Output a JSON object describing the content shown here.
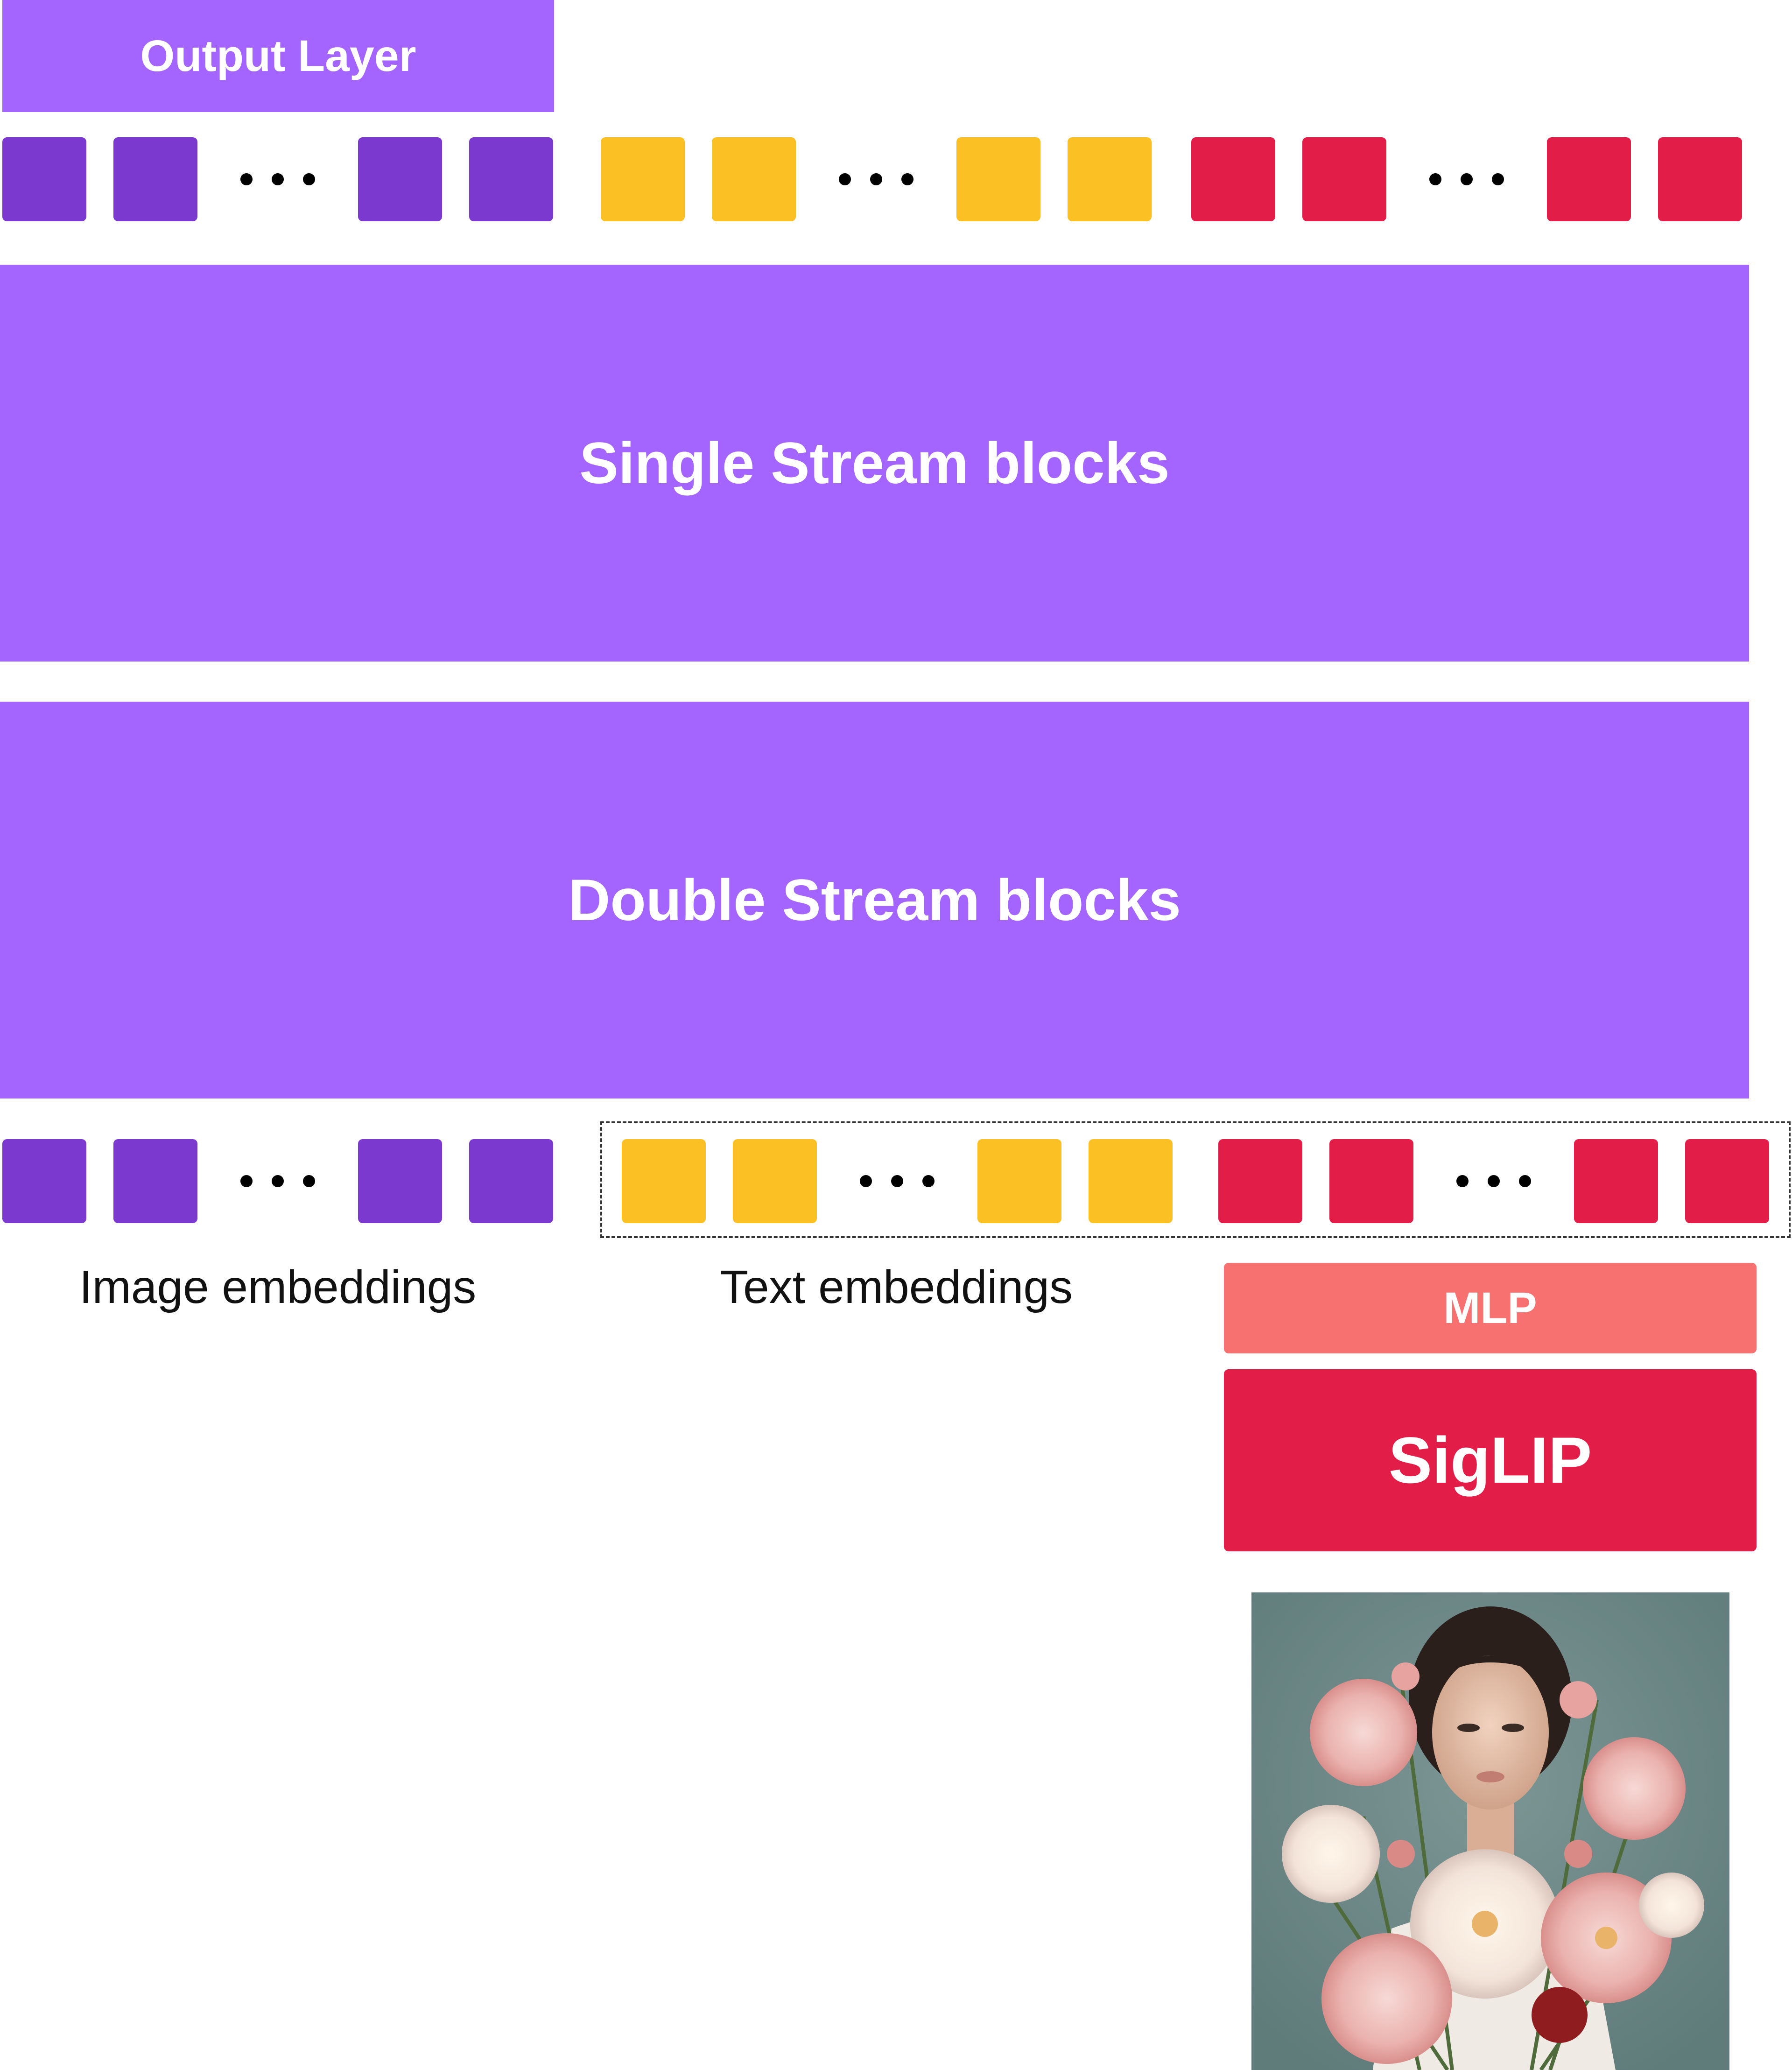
{
  "colors": {
    "block_purple": "#a464fe",
    "image_token": "#7b39cf",
    "text_token": "#fbc023",
    "siglip_token": "#e21e48",
    "mlp": "#f87171",
    "siglip": "#e21e48"
  },
  "output_layer": {
    "label": "Output Layer"
  },
  "single_stream": {
    "label": "Single Stream blocks"
  },
  "double_stream": {
    "label": "Double Stream blocks"
  },
  "labels": {
    "image_embeddings": "Image embeddings",
    "text_embeddings": "Text embeddings"
  },
  "mlp": {
    "label": "MLP"
  },
  "siglip": {
    "label": "SigLIP"
  },
  "input_image": {
    "icon": "portrait-photo-with-flowers"
  }
}
